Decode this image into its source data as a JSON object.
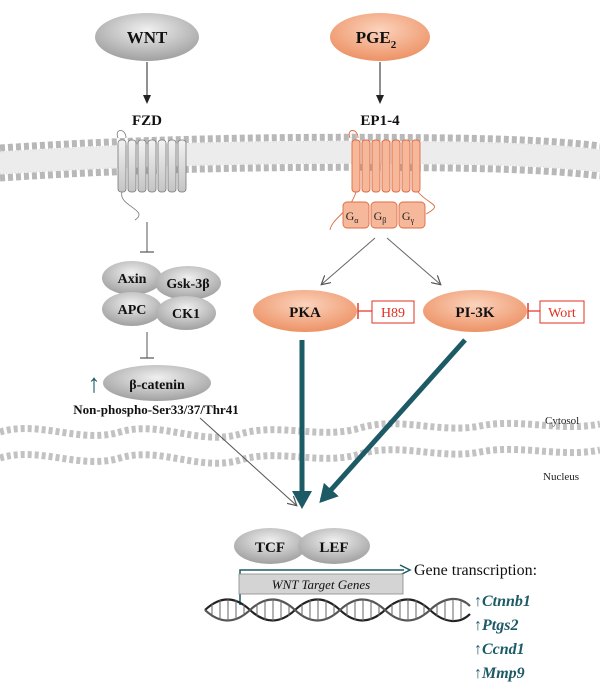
{
  "ligands": {
    "wnt": "WNT",
    "pge2": "PGE",
    "pge2_sub": "2"
  },
  "receptors": {
    "fzd": "FZD",
    "ep": "EP1-4"
  },
  "g_proteins": {
    "alpha": "G",
    "alpha_sub": "α",
    "beta": "G",
    "beta_sub": "β",
    "gamma": "G",
    "gamma_sub": "γ"
  },
  "destruction_complex": {
    "axin": "Axin",
    "gsk3b": "Gsk-3β",
    "apc": "APC",
    "ck1": "CK1"
  },
  "beta_catenin": {
    "label": "β-catenin",
    "up_arrow": "↑",
    "note": "Non-phospho-Ser33/37/Thr41"
  },
  "kinases": {
    "pka": "PKA",
    "pi3k": "PI-3K"
  },
  "inhibitors": {
    "h89": "H89",
    "wort": "Wort"
  },
  "compartments": {
    "cytosol": "Cytosol",
    "nucleus": "Nucleus"
  },
  "transcription_factors": {
    "tcf": "TCF",
    "lef": "LEF"
  },
  "dna": {
    "target_genes": "WNT Target Genes"
  },
  "gene_transcription": {
    "title": "Gene transcription:",
    "genes": [
      {
        "arrow": "↑",
        "name": "Ctnnb1"
      },
      {
        "arrow": "↑",
        "name": "Ptgs2"
      },
      {
        "arrow": "↑",
        "name": "Ccnd1"
      },
      {
        "arrow": "↑",
        "name": "Mmp9"
      }
    ]
  },
  "colors": {
    "orange": "#f0a07a",
    "orange_stroke": "#e06a40",
    "gray": "#b8b8b8",
    "teal": "#1c5a66",
    "red": "#e03020"
  }
}
